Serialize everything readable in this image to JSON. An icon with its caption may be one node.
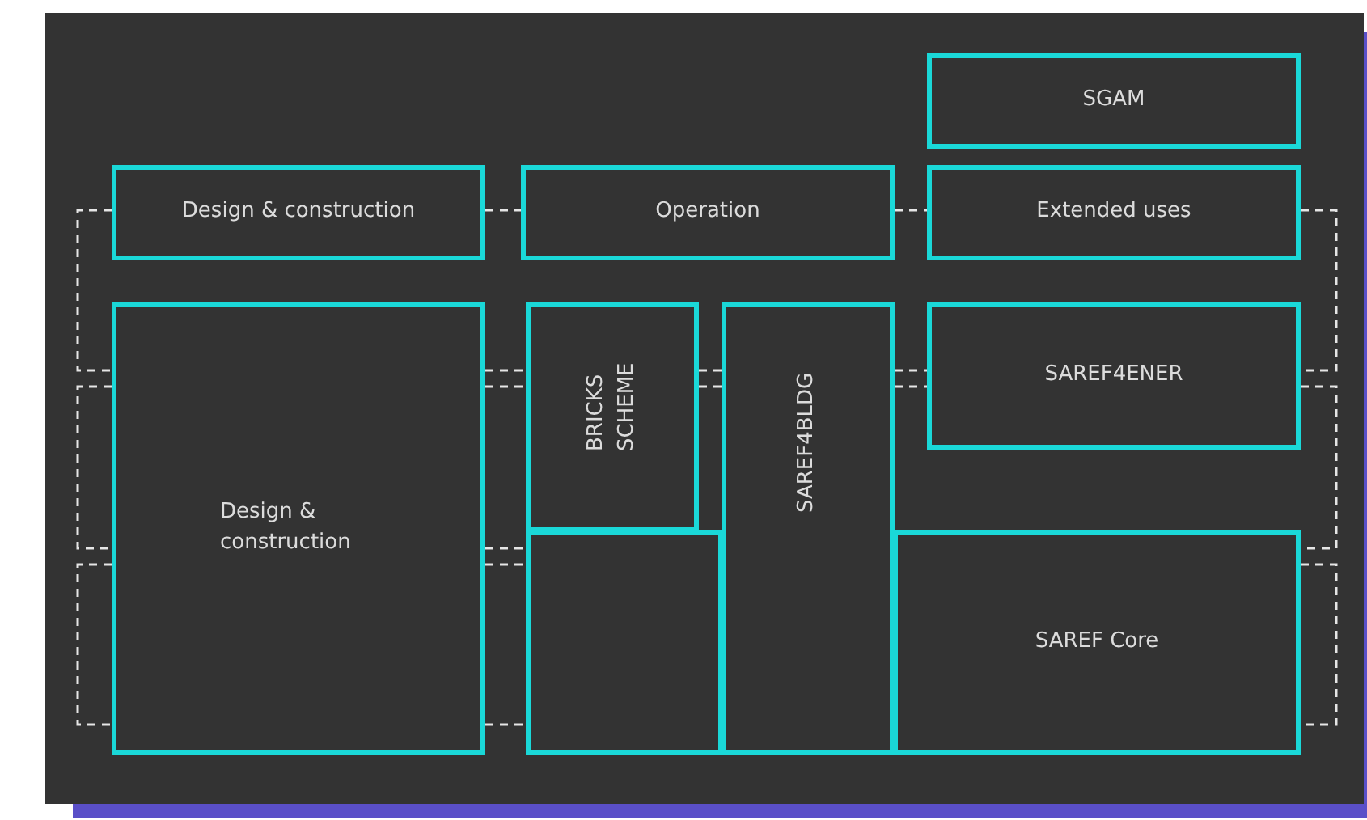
{
  "diagram": {
    "nodes": [
      {
        "text": [
          "SGAM"
        ]
      },
      {
        "text": [
          "Design & construction"
        ]
      },
      {
        "text": [
          "Operation"
        ]
      },
      {
        "text": [
          "Extended uses"
        ]
      },
      {
        "text": [
          "Design & construction"
        ]
      },
      {
        "text": [
          "BRICKS SCHEME"
        ]
      },
      {
        "text": [],
        "shape": "box"
      },
      {
        "text": [
          "SAREF4BLDG"
        ]
      },
      {
        "text": [
          "SAREF4ENER"
        ]
      },
      {
        "text": [
          "SAREF Core"
        ]
      }
    ],
    "edges": [
      {
        "from": 1,
        "to": 2,
        "arrow": "none",
        "style": "dashed"
      },
      {
        "from": 2,
        "to": 3,
        "arrow": "none",
        "style": "dashed"
      },
      {
        "from": 1,
        "to": 4,
        "arrow": "none",
        "style": "dashed"
      },
      {
        "from": 4,
        "to": 5,
        "arrow": "none",
        "style": "dashed"
      },
      {
        "from": 4,
        "to": 5,
        "arrow": "none",
        "style": "dashed"
      },
      {
        "from": 4,
        "to": 6,
        "arrow": "none",
        "style": "dashed"
      },
      {
        "from": 4,
        "to": 6,
        "arrow": "none",
        "style": "dashed"
      },
      {
        "from": 4,
        "to": 6,
        "arrow": "none",
        "style": "dashed"
      },
      {
        "from": 5,
        "to": 7,
        "arrow": "none",
        "style": "dashed"
      },
      {
        "from": 5,
        "to": 7,
        "arrow": "none",
        "style": "dashed"
      },
      {
        "from": 7,
        "to": 8,
        "arrow": "none",
        "style": "dashed"
      },
      {
        "from": 7,
        "to": 8,
        "arrow": "none",
        "style": "dashed"
      },
      {
        "from": 3,
        "to": 8,
        "arrow": "none",
        "style": "dashed"
      },
      {
        "from": 8,
        "to": 9,
        "arrow": "none",
        "style": "dashed"
      }
    ]
  }
}
